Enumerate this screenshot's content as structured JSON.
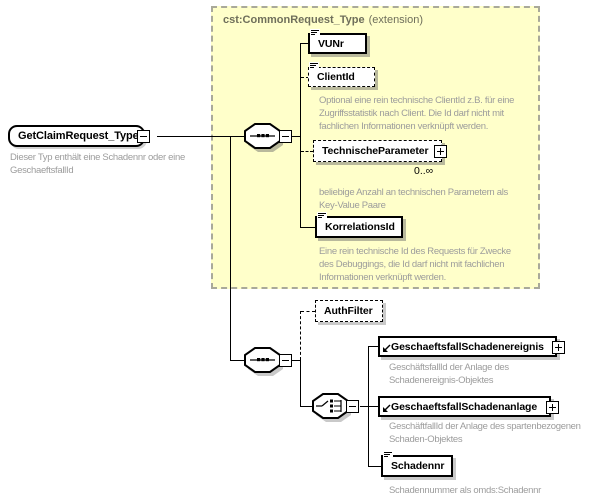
{
  "header": {
    "type_name": "cst:CommonRequest_Type",
    "kind": "(extension)"
  },
  "root": {
    "name": "GetClaimRequest_Type",
    "annotation": "Dieser Typ enthält eine Schadennr oder eine\nGeschaeftsfallId"
  },
  "elements": {
    "vunr": {
      "name": "VUNr"
    },
    "clientid": {
      "name": "ClientId",
      "annotation": "Optional eine rein technische ClientId z.B. für eine\nZugriffsstatistik nach Client. Die Id darf nicht mit\nfachlichen Informationen verknüpft werden."
    },
    "technische_parameter": {
      "name": "TechnischeParameter",
      "occurrence": "0..∞",
      "annotation": "beliebige Anzahl an technischen Parametern als\nKey-Value Paare"
    },
    "korrelationsid": {
      "name": "KorrelationsId",
      "annotation": "Eine rein technische Id des Requests für Zwecke\ndes Debuggings, die Id darf nicht mit fachlichen\nInformationen verknüpft werden."
    },
    "authfilter": {
      "name": "AuthFilter"
    },
    "geschaeftsfall_schadenereignis": {
      "name": "GeschaeftsfallSchadenereignis",
      "annotation": "GeschäftsfallId der Anlage des\nSchadenereignis-Objektes"
    },
    "geschaeftsfall_schadenanlage": {
      "name": "GeschaeftsfallSchadenanlage",
      "annotation": "GeschäftfallId der Anlage des spartenbezogenen\nSchaden-Objektes"
    },
    "schadennr": {
      "name": "Schadennr",
      "annotation": "Schadennummer als omds:Schadennr"
    }
  },
  "icons": {
    "sequence": "sequence-compositor-icon",
    "choice": "choice-compositor-icon",
    "collapse": "minus-icon",
    "expand": "plus-icon",
    "text_content": "text-lines-icon",
    "reference": "arrow-reference-icon"
  },
  "colors": {
    "extension_bg": "#ffffca",
    "extension_border": "#a9a99a",
    "annotation_text": "#9c9c9c",
    "header_text": "#6f6f5b",
    "box_border": "#000000",
    "shadow": "#b9b99c"
  }
}
